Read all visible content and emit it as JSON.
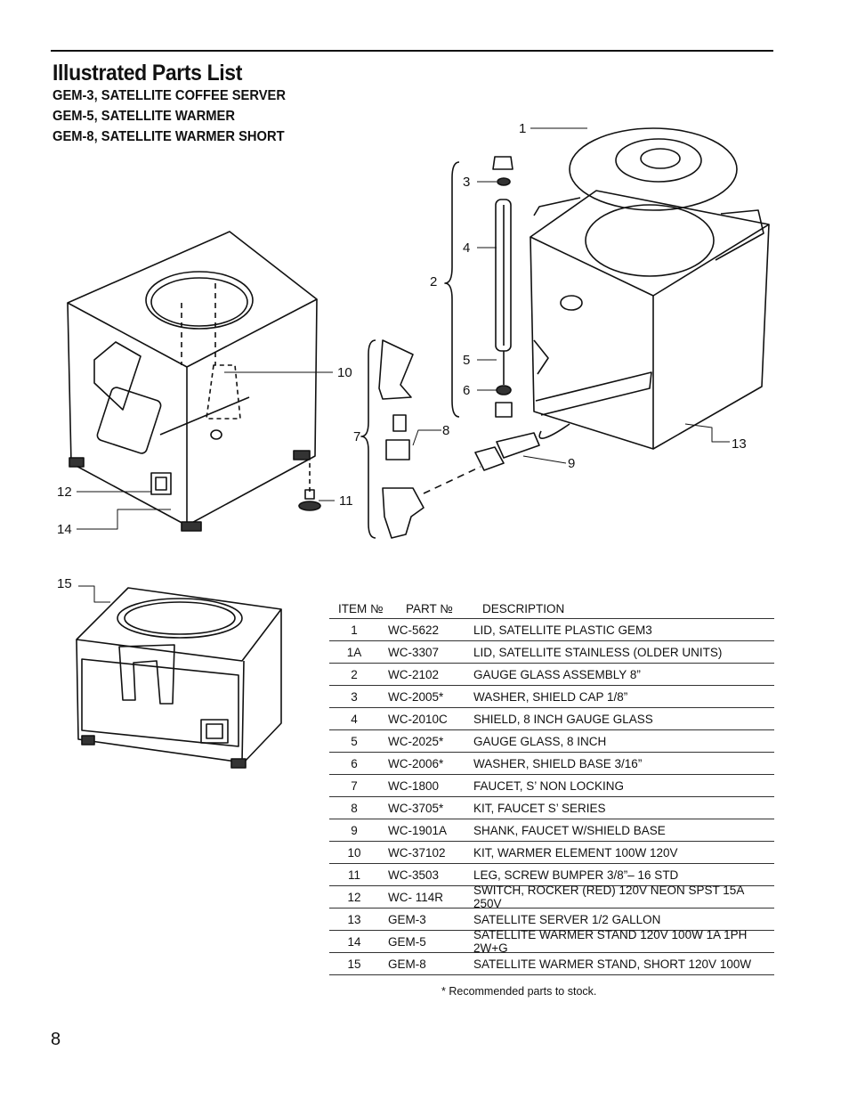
{
  "header": {
    "title": "Illustrated Parts List",
    "subtitles": [
      "GEM-3, SATELLITE COFFEE SERVER",
      "GEM-5, SATELLITE WARMER",
      "GEM-8, SATELLITE WARMER SHORT"
    ]
  },
  "callouts": [
    "1",
    "2",
    "3",
    "4",
    "5",
    "6",
    "7",
    "8",
    "9",
    "10",
    "11",
    "12",
    "13",
    "14",
    "15"
  ],
  "parts_table": {
    "headers": {
      "item": "ITEM №",
      "part": "PART №",
      "description": "DESCRIPTION"
    },
    "rows": [
      {
        "item": "1",
        "part": "WC-5622",
        "description": "LID, SATELLITE PLASTIC GEM3"
      },
      {
        "item": "1A",
        "part": "WC-3307",
        "description": "LID, SATELLITE STAINLESS (OLDER UNITS)"
      },
      {
        "item": "2",
        "part": "WC-2102",
        "description": "GAUGE GLASS ASSEMBLY 8”"
      },
      {
        "item": "3",
        "part": "WC-2005*",
        "description": "WASHER, SHIELD CAP 1/8”"
      },
      {
        "item": "4",
        "part": "WC-2010C",
        "description": "SHIELD, 8 INCH GAUGE GLASS"
      },
      {
        "item": "5",
        "part": "WC-2025*",
        "description": "GAUGE GLASS, 8 INCH"
      },
      {
        "item": "6",
        "part": "WC-2006*",
        "description": "WASHER, SHIELD BASE 3/16”"
      },
      {
        "item": "7",
        "part": "WC-1800",
        "description": "FAUCET, S’ NON LOCKING"
      },
      {
        "item": "8",
        "part": "WC-3705*",
        "description": "KIT, FAUCET S’ SERIES"
      },
      {
        "item": "9",
        "part": "WC-1901A",
        "description": "SHANK, FAUCET W/SHIELD BASE"
      },
      {
        "item": "10",
        "part": "WC-37102",
        "description": "KIT, WARMER ELEMENT 100W 120V"
      },
      {
        "item": "11",
        "part": "WC-3503",
        "description": "LEG, SCREW BUMPER 3/8”– 16 STD"
      },
      {
        "item": "12",
        "part": "WC- 114R",
        "description": "SWITCH, ROCKER (RED) 120V NEON SPST 15A 250V"
      },
      {
        "item": "13",
        "part": "GEM-3",
        "description": "SATELLITE SERVER 1/2 GALLON"
      },
      {
        "item": "14",
        "part": "GEM-5",
        "description": "SATELLITE WARMER STAND 120V 100W 1A 1PH 2W+G"
      },
      {
        "item": "15",
        "part": "GEM-8",
        "description": "SATELLITE WARMER STAND, SHORT 120V 100W"
      }
    ]
  },
  "footnote": "* Recommended parts to stock.",
  "page_number": "8",
  "colors": {
    "ink": "#111111",
    "background": "#ffffff"
  }
}
